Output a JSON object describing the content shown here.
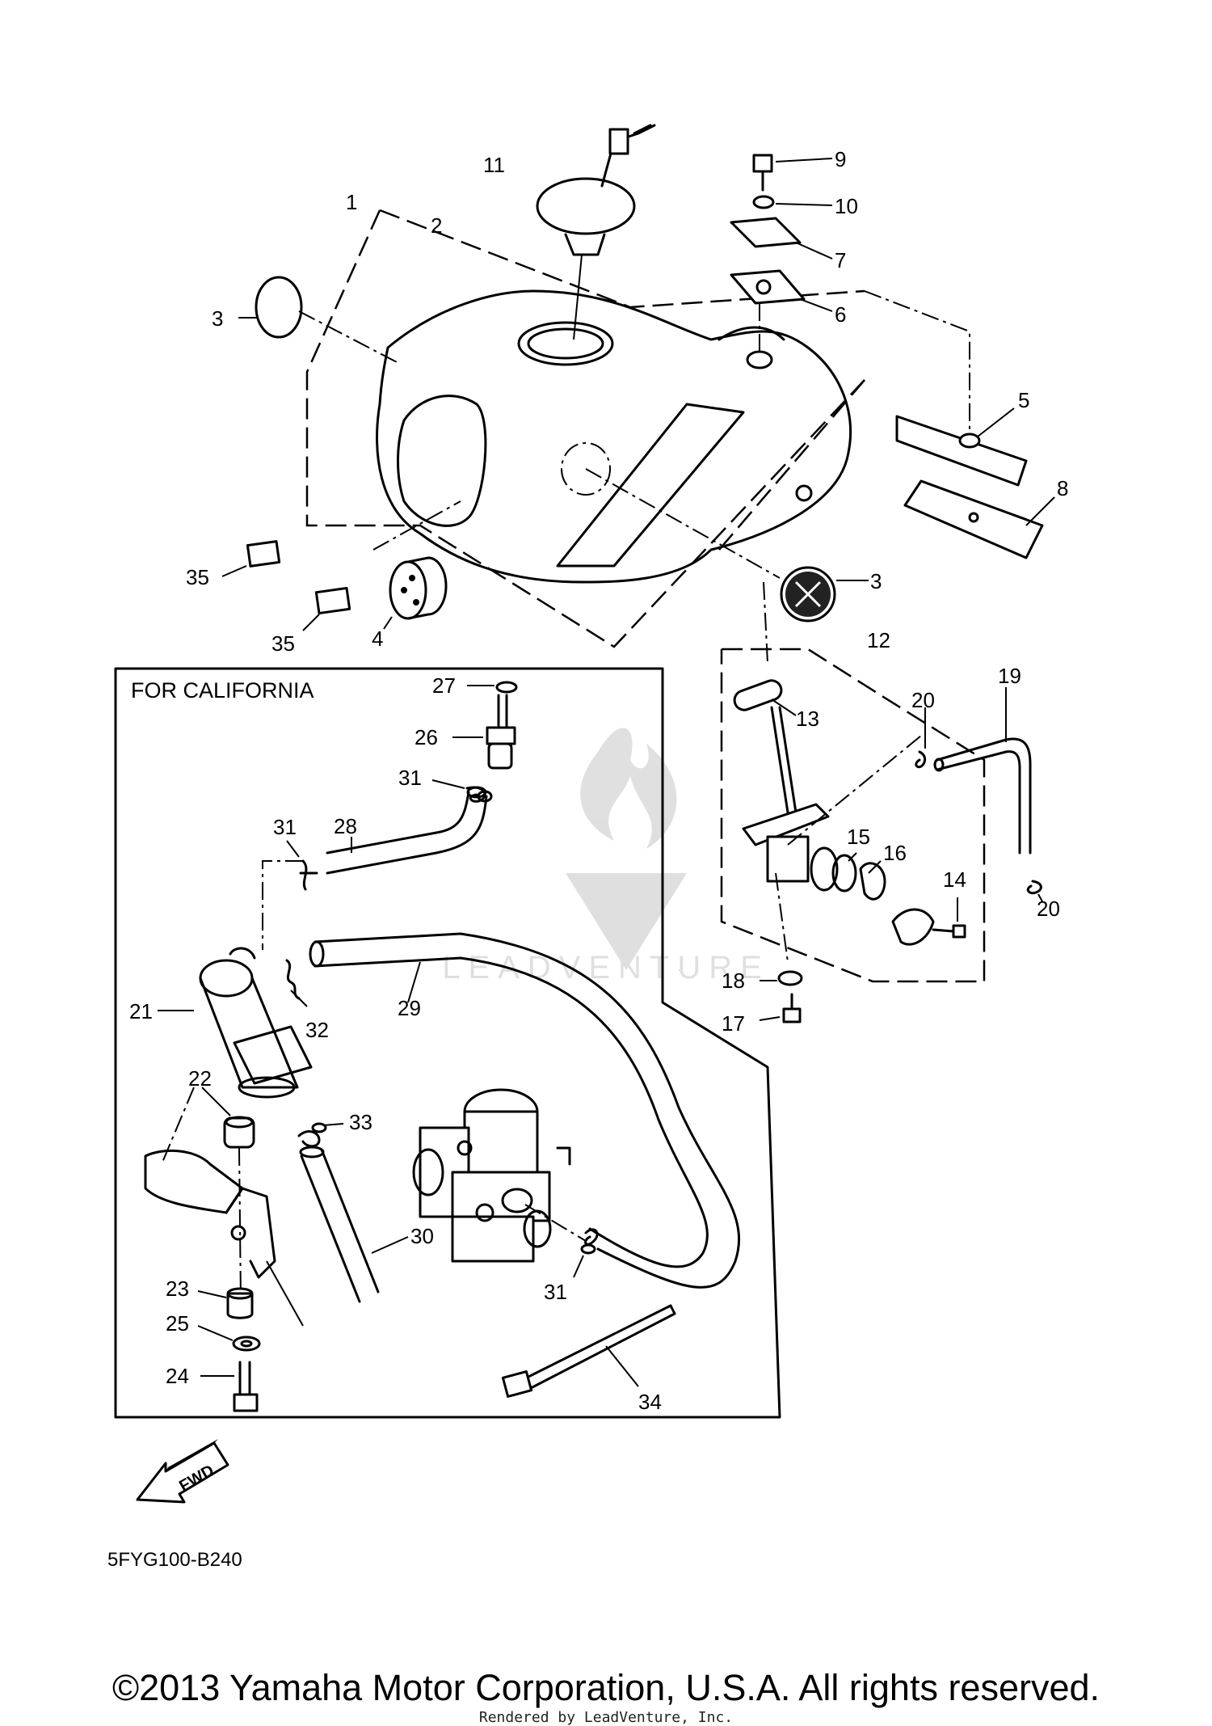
{
  "diagram_code": "5FYG100-B240",
  "california_label": "FOR CALIFORNIA",
  "fwd_label": "FWD",
  "watermark": "LEADVENTURE",
  "copyright": "©2013 Yamaha Motor Corporation, U.S.A. All rights reserved.",
  "rendered_by": "Rendered by LeadVenture, Inc.",
  "callouts": {
    "c1": "1",
    "c2": "2",
    "c3a": "3",
    "c3b": "3",
    "c4": "4",
    "c5": "5",
    "c6": "6",
    "c7": "7",
    "c8": "8",
    "c9": "9",
    "c10": "10",
    "c11": "11",
    "c12": "12",
    "c13": "13",
    "c14": "14",
    "c15": "15",
    "c16": "16",
    "c17": "17",
    "c18": "18",
    "c19": "19",
    "c20a": "20",
    "c20b": "20",
    "c21": "21",
    "c22": "22",
    "c23": "23",
    "c24": "24",
    "c25": "25",
    "c26": "26",
    "c27": "27",
    "c28": "28",
    "c29": "29",
    "c30": "30",
    "c31a": "31",
    "c31b": "31",
    "c31c": "31",
    "c32": "32",
    "c33": "33",
    "c34": "34",
    "c35a": "35",
    "c35b": "35"
  }
}
